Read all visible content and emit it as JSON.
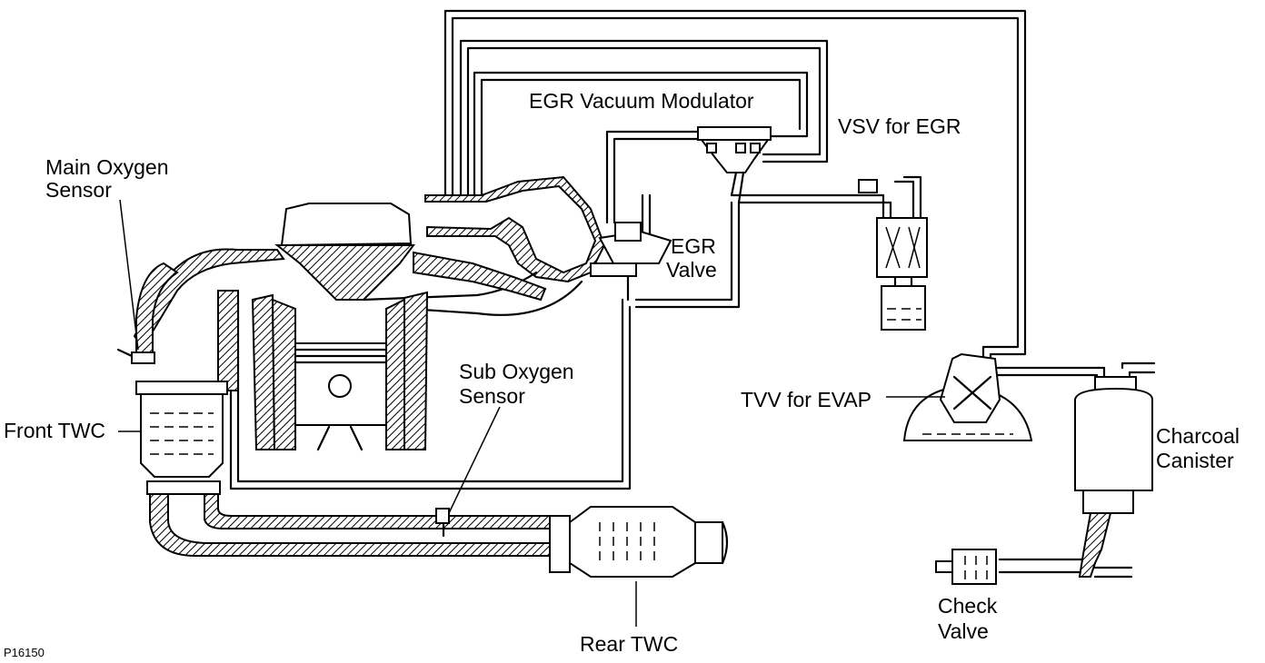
{
  "labels": {
    "egr_vacuum_modulator": "EGR Vacuum Modulator",
    "vsv_for_egr": "VSV for EGR",
    "main_oxygen_sensor_line1": "Main Oxygen",
    "main_oxygen_sensor_line2": "Sensor",
    "egr_valve_line1": "EGR",
    "egr_valve_line2": "Valve",
    "sub_oxygen_sensor_line1": "Sub Oxygen",
    "sub_oxygen_sensor_line2": "Sensor",
    "tvv_for_evap": "TVV for EVAP",
    "front_twc": "Front TWC",
    "charcoal_canister_line1": "Charcoal",
    "charcoal_canister_line2": "Canister",
    "check_valve_line1": "Check",
    "check_valve_line2": "Valve",
    "rear_twc": "Rear TWC",
    "figure_code": "P16150"
  },
  "colors": {
    "line": "#000000",
    "background": "#ffffff"
  }
}
